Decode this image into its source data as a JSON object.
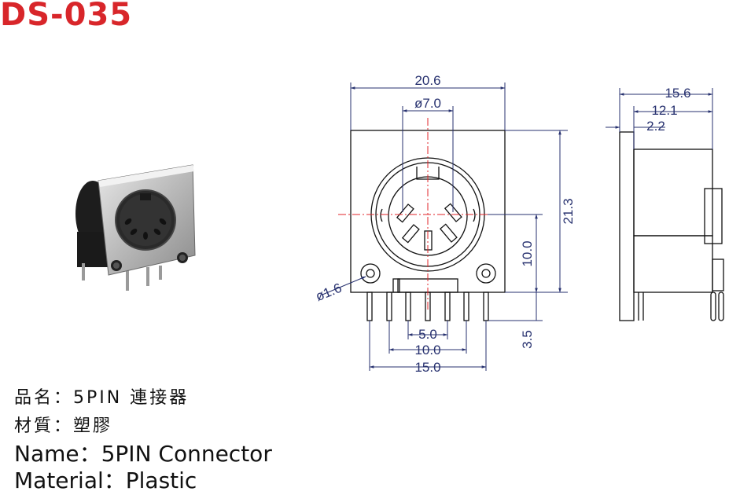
{
  "title": "DS-035",
  "specs": {
    "name_zh": "品名：5PIN 連接器",
    "material_zh": "材質：塑膠",
    "name_en": "Name：5PIN Connector",
    "material_en": "Material：Plastic"
  },
  "dimensions": {
    "overall_width": "20.6",
    "circle_diameter": "ø7.0",
    "height": "21.3",
    "center_height": "10.0",
    "hole_diameter": "ø1.6",
    "pin_length": "3.5",
    "pin_spacing_inner": "5.0",
    "pin_spacing_mid": "10.0",
    "pin_spacing_outer": "15.0",
    "side_depth": "15.6",
    "side_body": "12.1",
    "side_flange": "2.2"
  },
  "colors": {
    "title": "#d8262a",
    "dimension": "#27316f",
    "centerline": "#e0262a",
    "outline": "#111111"
  }
}
